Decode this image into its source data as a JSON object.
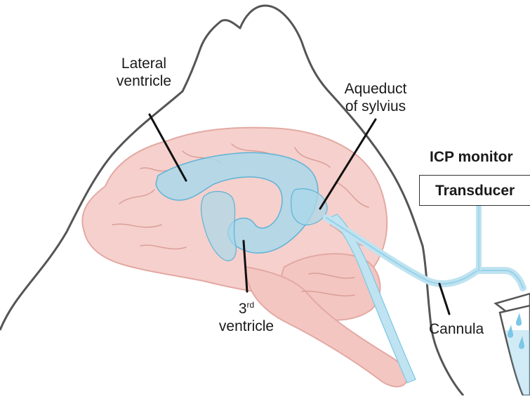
{
  "labels": {
    "lateral_ventricle_line1": "Lateral",
    "lateral_ventricle_line2": "ventricle",
    "aqueduct_line1": "Aqueduct",
    "aqueduct_line2": "of sylvius",
    "third_ventricle_num": "3",
    "third_ventricle_sup": "rd",
    "third_ventricle_line2": "ventricle",
    "icp_monitor": "ICP monitor",
    "transducer": "Transducer",
    "cannula": "Cannula"
  },
  "colors": {
    "outline": "#555555",
    "brain_fill": "#f6d0cc",
    "brain_stroke": "#e3a9a3",
    "ventricle_fill": "#a9d8ea",
    "ventricle_stroke": "#5fb3d6",
    "tube": "#bfe3f0",
    "fluid": "#7cc7e6"
  }
}
